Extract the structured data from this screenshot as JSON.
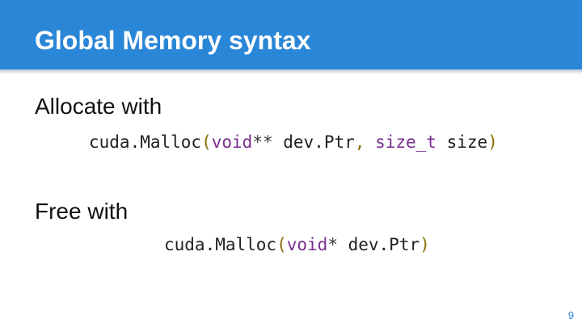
{
  "slide": {
    "title": "Global Memory syntax",
    "page_number": "9"
  },
  "allocate": {
    "label": "Allocate with",
    "code": {
      "fn": "cuda.Malloc",
      "open_paren": "(",
      "type1": "void",
      "ptr_op": "**",
      "arg1": " dev.Ptr",
      "comma": ",",
      "type2": " size_t",
      "arg2": " size",
      "close_paren": ")"
    }
  },
  "free": {
    "label": "Free with",
    "code": {
      "fn": "cuda.Malloc",
      "open_paren": "(",
      "type1": "void",
      "ptr_op": "*",
      "arg1": " dev.Ptr",
      "close_paren": ")"
    }
  },
  "colors": {
    "title_bar": "#2a86d6",
    "keyword": "#7a2f8f",
    "paren": "#8a6d00"
  }
}
